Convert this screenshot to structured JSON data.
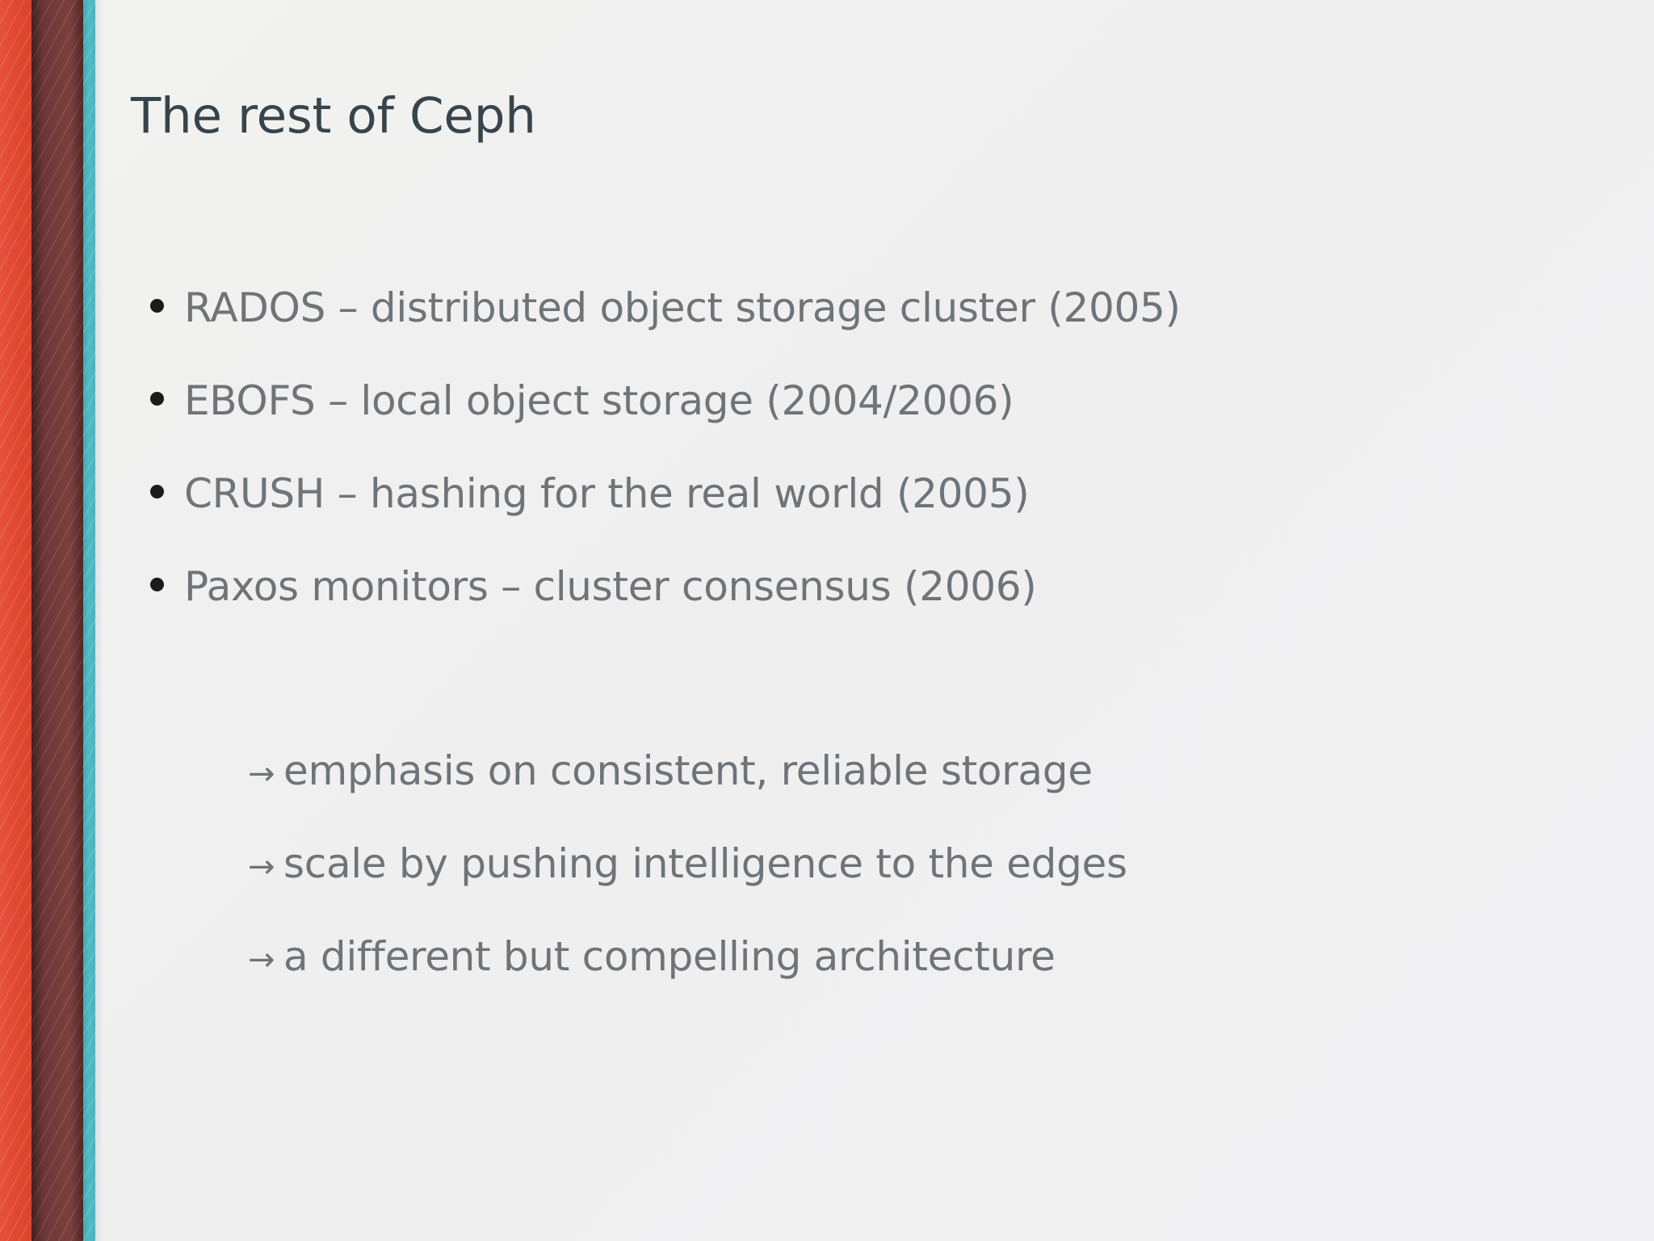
{
  "slide": {
    "title": "The rest of Ceph",
    "background_color": "#f1f0f0",
    "title_color": "#37444b",
    "body_color": "#6e7478"
  },
  "decoration": {
    "stripes": [
      {
        "name": "red-stripe",
        "color": "#e0472f"
      },
      {
        "name": "maroon-stripe",
        "color": "#6d3734"
      },
      {
        "name": "teal-stripe",
        "color": "#4db3c1"
      }
    ]
  },
  "bullets": [
    {
      "marker": "bullet-dot",
      "text": "RADOS – distributed object storage cluster (2005)"
    },
    {
      "marker": "bullet-dot",
      "text": "EBOFS – local object storage (2004/2006)"
    },
    {
      "marker": "bullet-dot",
      "text": "CRUSH – hashing for the real world (2005)"
    },
    {
      "marker": "bullet-dot",
      "text": "Paxos monitors – cluster consensus (2006)"
    }
  ],
  "takeaways": [
    {
      "marker": "→",
      "text": "emphasis on consistent, reliable storage"
    },
    {
      "marker": "→",
      "text": "scale by pushing intelligence to the edges"
    },
    {
      "marker": "→",
      "text": "a different but compelling architecture"
    }
  ]
}
